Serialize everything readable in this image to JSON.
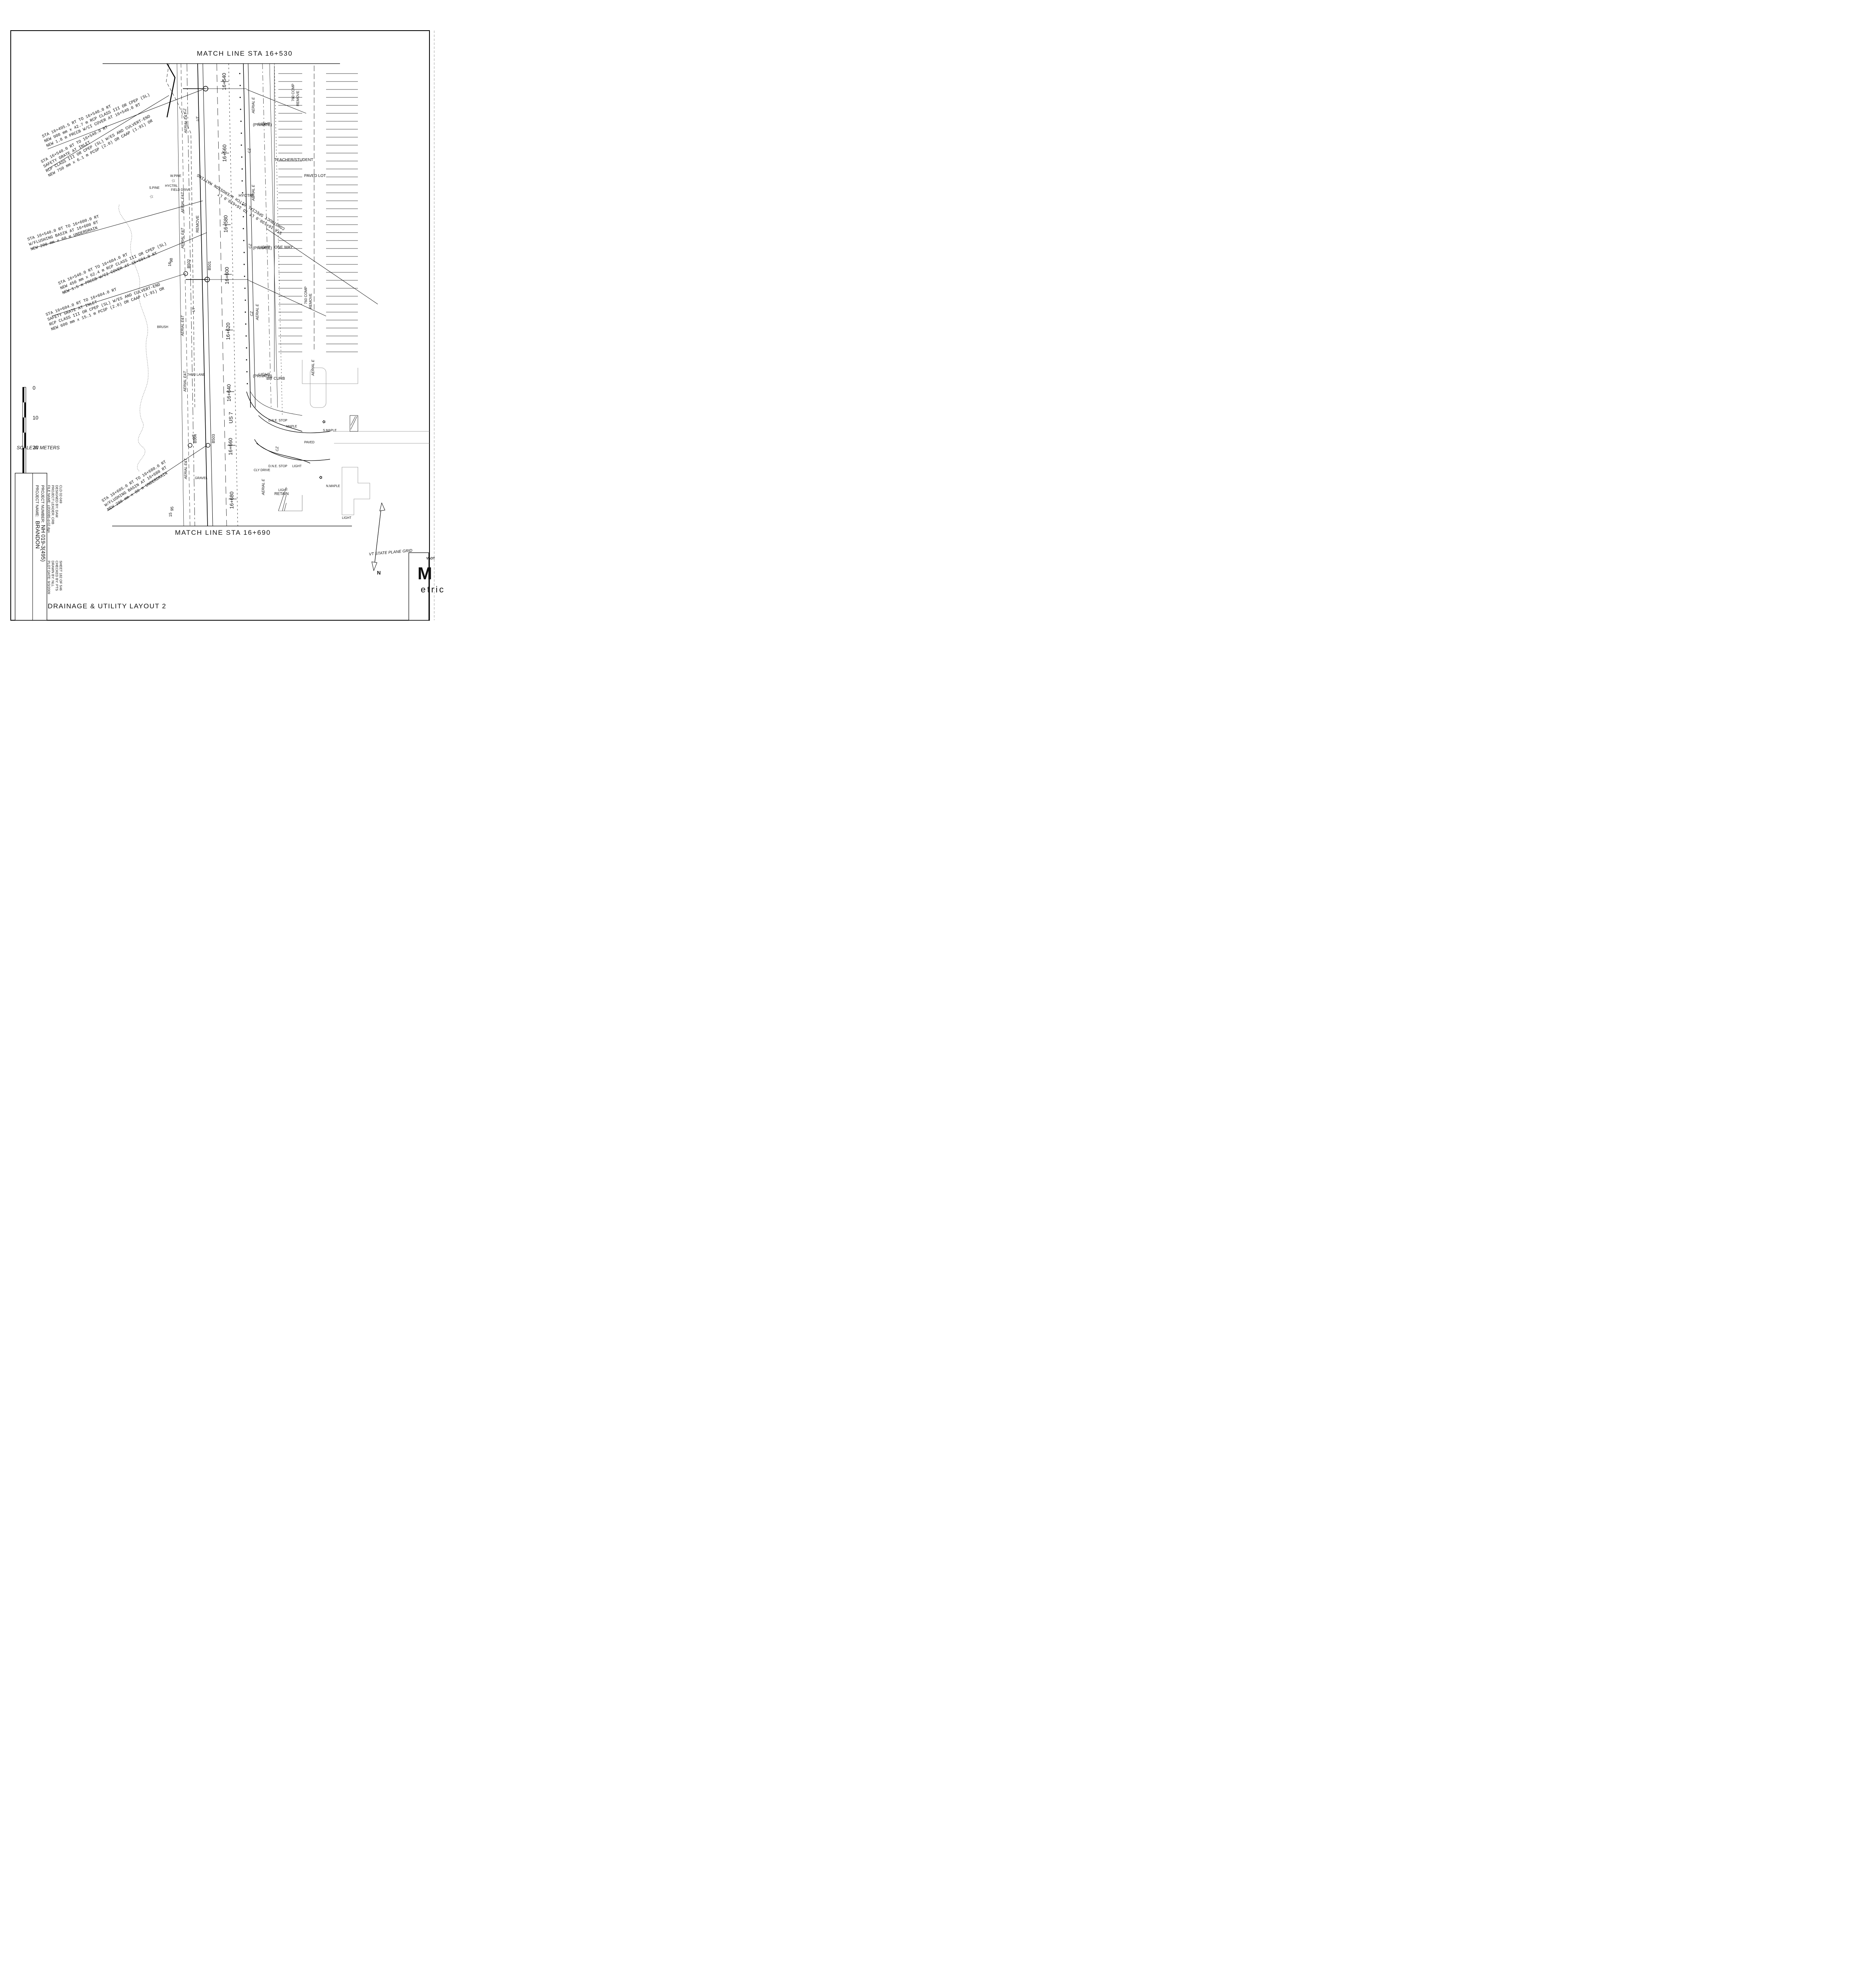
{
  "match_lines": {
    "left": "MATCH LINE STA 16+530",
    "right": "MATCH LINE STA 16+690"
  },
  "stations": [
    "16+540",
    "16+560",
    "16+580",
    "16+600",
    "16+620",
    "16+640",
    "16+660",
    "16+680"
  ],
  "route": "US 7",
  "callouts": {
    "c1": [
      "NEW 1.8 m PRCCB W/CI COVER AT 16+540.0 RT",
      "NEW 900 mm x 42.7 m RCP CLASS III OR CPEP (SL)",
      "STA 16+495.5 RT TO 16+540.0 RT"
    ],
    "c2": [
      "NEW 750 mm x 6.1 m PCSP (2.0) OR CAAP (1.91) OR",
      "RCP CLASS III OR CPEP (SL) W/ES AND CULVERT-END",
      "SAFETY GRATE AT INLET",
      "STA 16+540.0 RT TO 16+540.0 RT"
    ],
    "c3": [
      "NEW 200 mm x 60 m UNDERDRAIN",
      "W/FLUSHING BASIN AT 16+600 RT",
      "STA 16+540.0 RT TO 16+600.0 RT"
    ],
    "c4": [
      "NEW 1.5 m PRCCB W/CI COVER AT 16+604.0 RT",
      "NEW 450 mm x 62.4 m RCP CLASS III OR CPEP (SL)",
      "STA 16+540.0 RT TO 16+604.0 RT"
    ],
    "c5": [
      "NEW 600 mm x 15.1 m PCSP (2.0) OR CAAP (1.91) OR",
      "RCP CLASS III OR CPEP (SL) W/ES AND CULVERT-END",
      "SAFETY GRATE AT INLET",
      "STA 16+604.0 RT TO 16+604.0 RT"
    ],
    "c6": [
      "NEW 200 mm x 80 m UNDERDRAIN",
      "W/FLUSHING BASIN AT 16+680 RT",
      "STA 16+605.0 RT TO 16+680.0 RT"
    ],
    "c7": [
      "STA 16+530.0 LT TO 16+620.0 LT",
      "CONSTRUCT SPECIAL DITCH W/EROSION MATTING"
    ]
  },
  "labels": {
    "remove1": "760 COMP",
    "remove1b": "REMOVE",
    "remove2": "760 COMP",
    "remove2b": "REMOVE",
    "paved_lot": "PAVED LOT",
    "teacher": "TEACHER/STUDENT",
    "light1": "LIGHT",
    "private1": "(PRIVATE)",
    "light2": "LIGHT",
    "private2": "(PRIVATE)",
    "light3": "LIGHT",
    "private3": "(PRIVATE)",
    "one_way": "ONE WAY",
    "aerial_e": "AERIAL E",
    "aerial_ext": "AERIAL E&T",
    "cz": "CZ",
    "uts": "UT",
    "hyctrl": "HYCTRL",
    "field_drive": "FIELD DRIVE",
    "w_pine": "W.PINE",
    "s_pine": "S.PINE",
    "remove_mid": "REMOVE",
    "b501": "B501",
    "b502": "B502",
    "b503": "B503",
    "b504": "B504",
    "brush": "BRUSH",
    "thru_lane": "THRU LANE",
    "gravel": "GRAVEL",
    "s_maple": "S.MAPLE",
    "n_maple": "N.MAPLE",
    "maple": "MAPLE",
    "paved": "PAVED",
    "light_pole": "LIGHT",
    "dne_stop1": "D.N.E. STOP",
    "dne_stop2": "D.N.E. STOP",
    "retain": "RETAIN",
    "light_lamp": "LIGHT",
    "light_lamp2": "LIGHT",
    "bit_curb": "BIT CURB",
    "cly_drive": "CLY DRIVE",
    "n98": "98",
    "n16": "16",
    "n95": "95",
    "n15": "15",
    "aerial_right": "AERIAL E"
  },
  "scale_bar": {
    "ticks": [
      "0",
      "10",
      "20",
      "30"
    ],
    "caption": "SCALE IN METERS"
  },
  "north": {
    "grid_label": "VT STATE PLANE GRID",
    "letter": "N"
  },
  "logo": {
    "brand": "VAOT",
    "word": "etric"
  },
  "title_block": {
    "title": "DRAINAGE & UTILITY LAYOUT 2",
    "project_name_label": "PROJECT NAME:",
    "project_name": "BRANDON",
    "project_number_label": "PROJECT NUMBER:",
    "project_number": "NH 019-3(495)",
    "file_name": "FILE NAME: z2D0085-d-02.dgn",
    "project_leader": "PROJECT LEADER: CRB",
    "designed_by": "DESIGNED BY: DAM",
    "cld": "CLD 02-049",
    "plot_date": "PLOT DATE: 9/3/2009",
    "drawn_by": "DRAWN BY: NLL",
    "checked_by": "CHECKED BY: PTS",
    "sheet": "SHEET 182 OF 546"
  }
}
